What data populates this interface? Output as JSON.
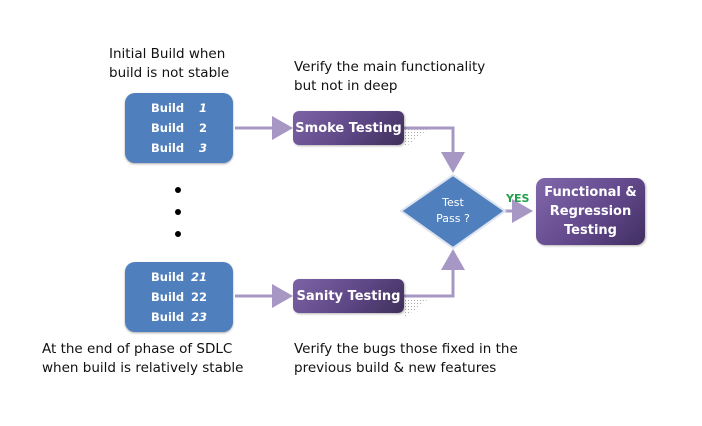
{
  "notes": {
    "initial_build": [
      "Initial Build when",
      "build is not stable"
    ],
    "smoke_desc": [
      "Verify the main functionality",
      "but not in deep"
    ],
    "end_phase": [
      "At the end of phase of SDLC",
      "when build is relatively stable"
    ],
    "sanity_desc": [
      "Verify the bugs those fixed in the",
      "previous build & new features"
    ]
  },
  "early_builds": [
    {
      "label": "Build",
      "num": "1"
    },
    {
      "label": "Build",
      "num": "2"
    },
    {
      "label": "Build",
      "num": "3"
    }
  ],
  "late_builds": [
    {
      "label": "Build",
      "num": "21"
    },
    {
      "label": "Build",
      "num": "22"
    },
    {
      "label": "Build",
      "num": "23"
    }
  ],
  "smoke_testing": "Smoke Testing",
  "sanity_testing": "Sanity Testing",
  "decision": {
    "line1": "Test",
    "line2": "Pass ?"
  },
  "yes_label": "YES",
  "final_box": [
    "Functional &",
    "Regression",
    "Testing"
  ],
  "colors": {
    "build_blue": "#4f7fbd",
    "test_purple": "#5e4785",
    "connector": "#a697c4",
    "yes_green": "#22a04a"
  }
}
